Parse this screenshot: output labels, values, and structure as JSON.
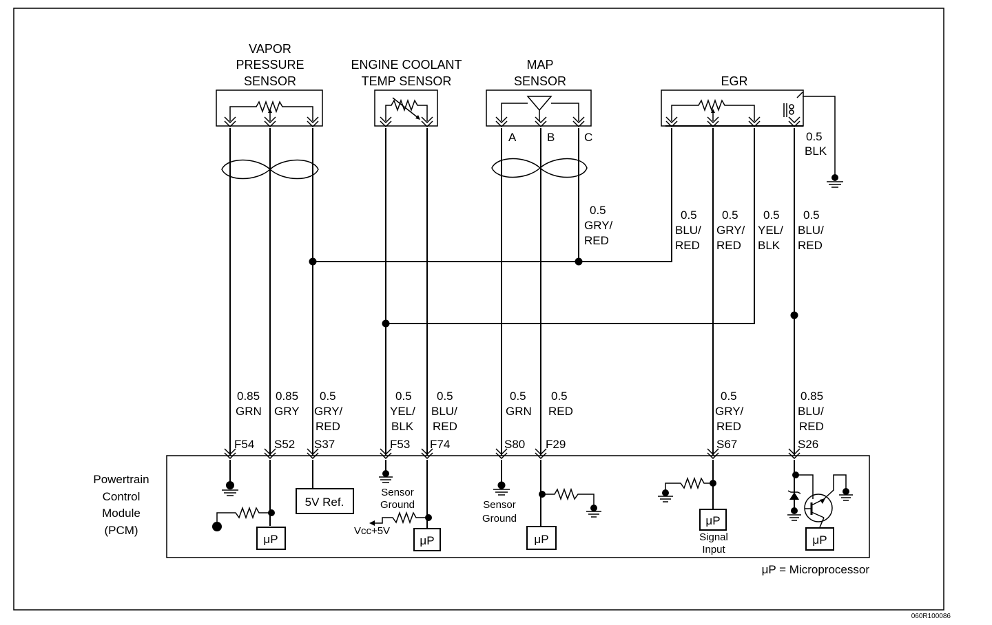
{
  "components": {
    "vapor_sensor": [
      "VAPOR",
      "PRESSURE",
      "SENSOR"
    ],
    "ect_sensor": [
      "ENGINE COOLANT",
      "TEMP SENSOR"
    ],
    "map_sensor": [
      "MAP",
      "SENSOR"
    ],
    "egr": "EGR",
    "pcm": [
      "Powertrain",
      "Control",
      "Module",
      "(PCM)"
    ]
  },
  "map_pins": [
    "A",
    "B",
    "C"
  ],
  "egr_ground_wire": [
    "0.5",
    "BLK"
  ],
  "mid_wires": [
    [
      "0.5",
      "GRY/",
      "RED"
    ],
    [
      "0.5",
      "BLU/",
      "RED"
    ],
    [
      "0.5",
      "GRY/",
      "RED"
    ],
    [
      "0.5",
      "YEL/",
      "BLK"
    ],
    [
      "0.5",
      "BLU/",
      "RED"
    ]
  ],
  "pcm_wires": [
    {
      "size": "0.85",
      "color": [
        "GRN"
      ],
      "pin": "F54"
    },
    {
      "size": "0.85",
      "color": [
        "GRY"
      ],
      "pin": "S52"
    },
    {
      "size": "0.5",
      "color": [
        "GRY/",
        "RED"
      ],
      "pin": "S37"
    },
    {
      "size": "0.5",
      "color": [
        "YEL/",
        "BLK"
      ],
      "pin": "F53"
    },
    {
      "size": "0.5",
      "color": [
        "BLU/",
        "RED"
      ],
      "pin": "F74"
    },
    {
      "size": "0.5",
      "color": [
        "GRN"
      ],
      "pin": "S80"
    },
    {
      "size": "0.5",
      "color": [
        "RED"
      ],
      "pin": "F29"
    },
    {
      "size": "0.5",
      "color": [
        "GRY/",
        "RED"
      ],
      "pin": "S67"
    },
    {
      "size": "0.85",
      "color": [
        "BLU/",
        "RED"
      ],
      "pin": "S26"
    }
  ],
  "internal": {
    "ref_box": "5V Ref.",
    "up": "μP",
    "sensor_ground": [
      "Sensor",
      "Ground"
    ],
    "vcc": "Vcc+5V",
    "signal_input": [
      "Signal",
      "Input"
    ]
  },
  "legend": "μP = Microprocessor",
  "figure_code": "060R100086"
}
